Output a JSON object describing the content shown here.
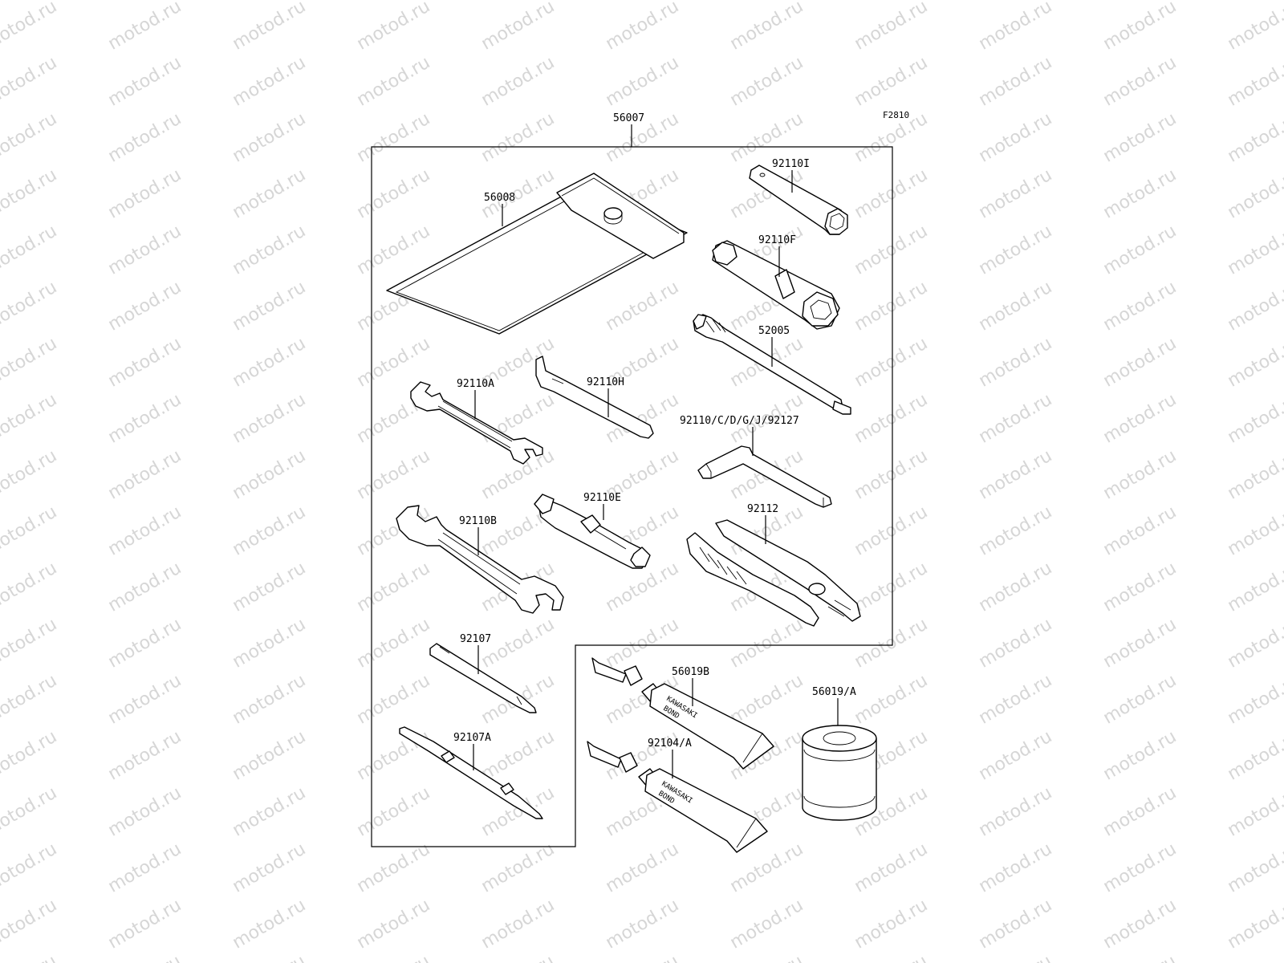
{
  "figure_code": "F2810",
  "watermark_text": "motod.ru",
  "callouts": {
    "kit": "56007",
    "pouch": "56008",
    "wrench_92110a": "92110A",
    "wrench_92110h": "92110H",
    "wrench_92110b": "92110B",
    "socket_92110e": "92110E",
    "screwdriver_92107": "92107",
    "screwdriver_92107a": "92107A",
    "box_wrench_92110i": "92110I",
    "plug_wrench_92110f": "92110F",
    "extension_52005": "52005",
    "hex_keys": "92110/C/D/G/J/92127",
    "pliers": "92112",
    "bond_56019b": "56019B",
    "bond_92104a": "92104/A",
    "can_56019a": "56019/A"
  },
  "tube_label_line1": "KAWASAKI",
  "tube_label_line2": "BOND",
  "colors": {
    "line": "#000000",
    "watermark": "#d6d6d6",
    "background": "#ffffff"
  }
}
